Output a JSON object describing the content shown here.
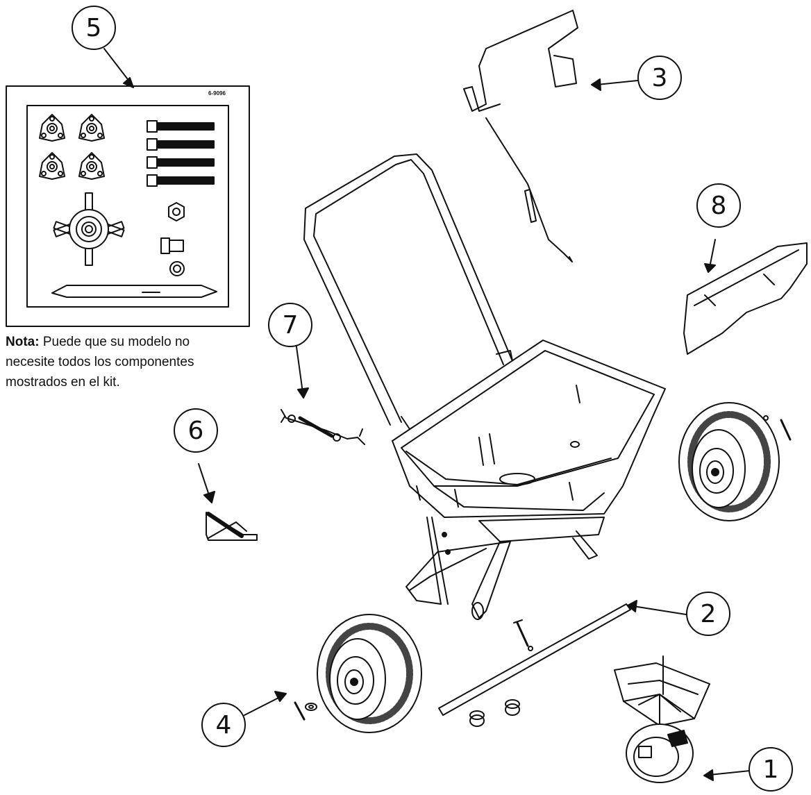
{
  "callouts": [
    "1",
    "2",
    "3",
    "4",
    "5",
    "6",
    "7",
    "8"
  ],
  "kit_code": "6-9096",
  "note": {
    "label": "Nota:",
    "text": "Puede que su modelo no necesite todos los componentes mostrados en el kit."
  },
  "colors": {
    "line": "#111111",
    "fill": "#ffffff",
    "tread": "#444444"
  }
}
